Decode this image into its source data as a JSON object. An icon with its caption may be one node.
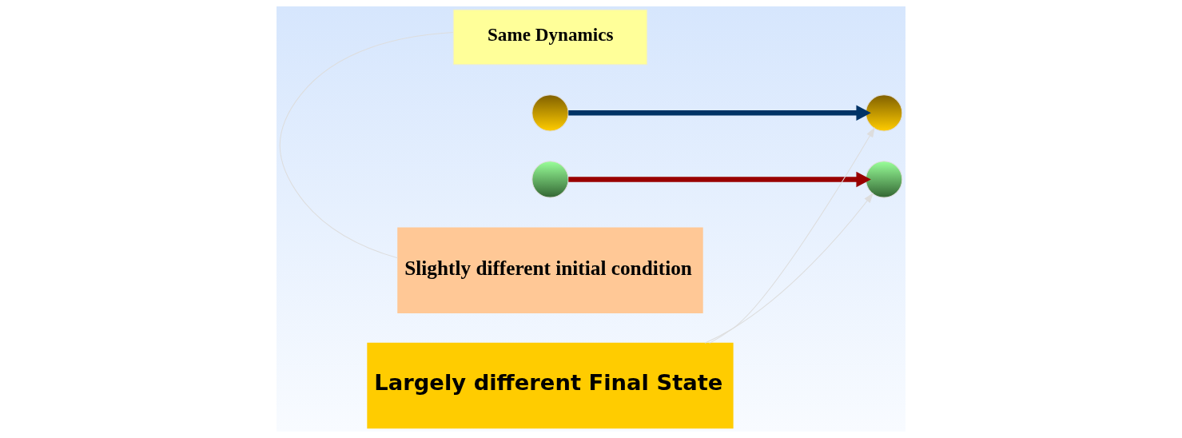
{
  "diagram": {
    "nodes": [
      {
        "text": [
          "Same Dynamics"
        ]
      },
      {
        "text": [],
        "shape": "circle"
      },
      {
        "text": [],
        "shape": "circle"
      },
      {
        "text": [],
        "shape": "circle"
      },
      {
        "text": [
          "Largely different Final State"
        ]
      },
      {
        "text": [
          "Slightly different initial condition"
        ]
      },
      {
        "text": [],
        "shape": "circle"
      }
    ],
    "edges": [
      {
        "from": 2,
        "to": 1,
        "arrow": "to",
        "color": "#003366",
        "style": "thick"
      },
      {
        "from": 3,
        "to": 6,
        "arrow": "to",
        "color": "#990000",
        "style": "thick"
      },
      {
        "from": 4,
        "to": 1,
        "arrow": "to",
        "color": "#dddddd"
      },
      {
        "from": 4,
        "to": 6,
        "arrow": "to",
        "color": "#dddddd"
      },
      {
        "from": 0,
        "to": 5,
        "arrow": "none",
        "color": "#dddddd"
      }
    ]
  }
}
